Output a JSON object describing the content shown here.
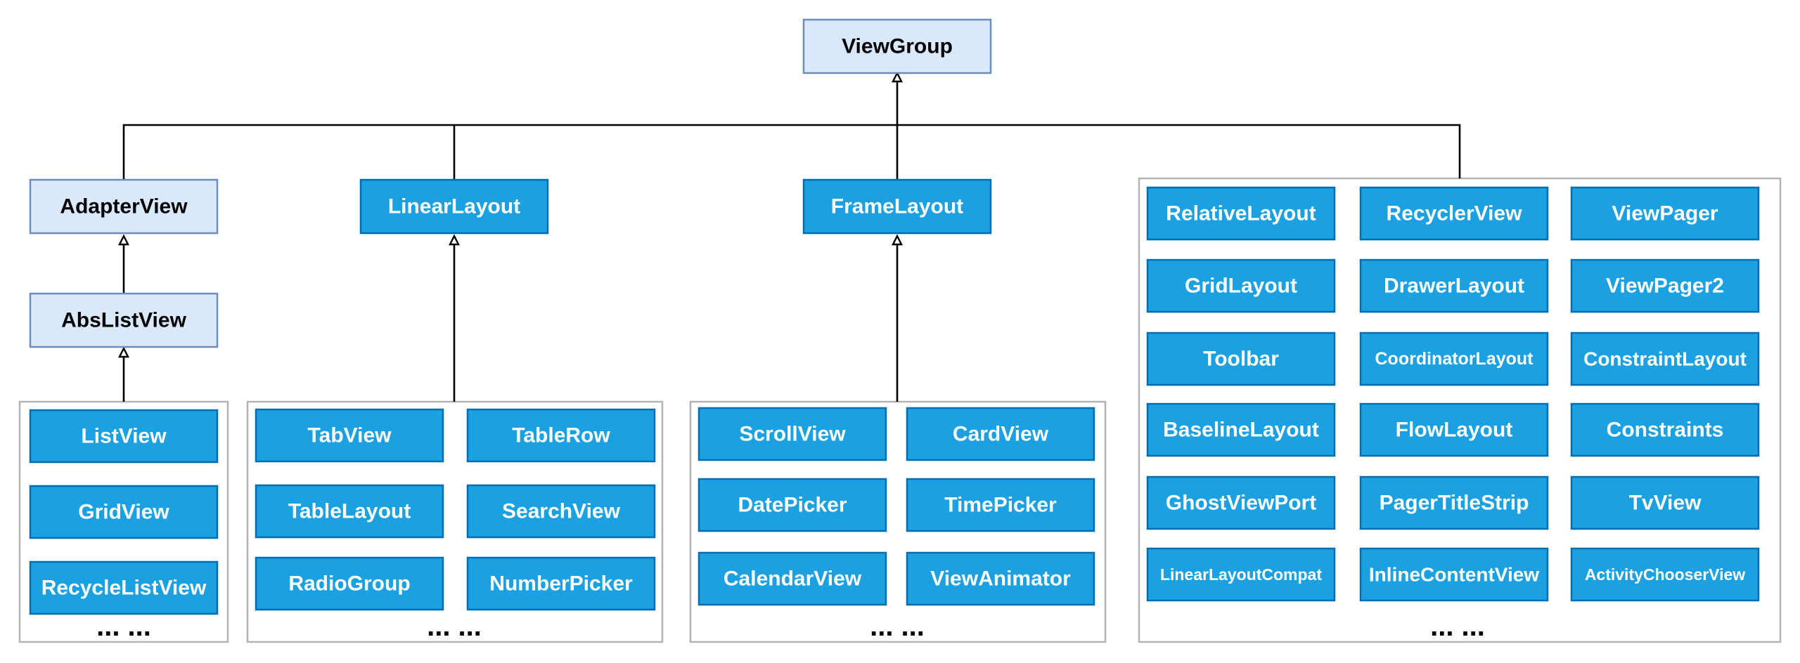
{
  "root": "ViewGroup",
  "adapter_chain": [
    "AdapterView",
    "AbsListView"
  ],
  "linear": "LinearLayout",
  "frame": "FrameLayout",
  "adapter_group": {
    "items": [
      "ListView",
      "GridView",
      "RecycleListView"
    ],
    "ellipsis": "... ..."
  },
  "linear_group": {
    "items": [
      "TabView",
      "TableRow",
      "TableLayout",
      "SearchView",
      "RadioGroup",
      "NumberPicker"
    ],
    "ellipsis": "... ..."
  },
  "frame_group": {
    "items": [
      "ScrollView",
      "CardView",
      "DatePicker",
      "TimePicker",
      "CalendarView",
      "ViewAnimator"
    ],
    "ellipsis": "... ..."
  },
  "other_group": {
    "items": [
      "RelativeLayout",
      "RecyclerView",
      "ViewPager",
      "GridLayout",
      "DrawerLayout",
      "ViewPager2",
      "Toolbar",
      "CoordinatorLayout",
      "ConstraintLayout",
      "BaselineLayout",
      "FlowLayout",
      "Constraints",
      "GhostViewPort",
      "PagerTitleStrip",
      "TvView",
      "LinearLayoutCompat",
      "InlineContentView",
      "ActivityChooserView"
    ],
    "ellipsis": "... ..."
  },
  "colors": {
    "light_fill": "#dae8fc",
    "light_stroke": "#6c8ebf",
    "blue_fill": "#1ba1e2",
    "blue_stroke": "#006eaf",
    "group_stroke": "#b3b3b3"
  }
}
